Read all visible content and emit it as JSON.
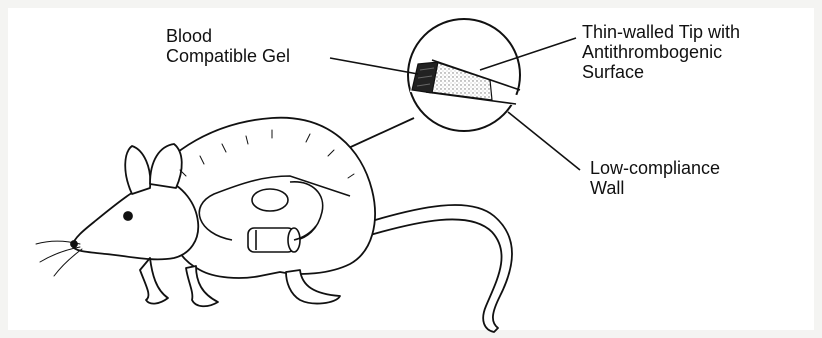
{
  "labels": {
    "gel": [
      "Blood",
      "Compatible Gel"
    ],
    "tip": [
      "Thin-walled Tip with",
      "Antithrombogenic",
      "Surface"
    ],
    "wall": [
      "Low-compliance",
      "Wall"
    ]
  },
  "colors": {
    "ink": "#111111",
    "paper": "#ffffff",
    "stipple": "#bdbdbd"
  }
}
